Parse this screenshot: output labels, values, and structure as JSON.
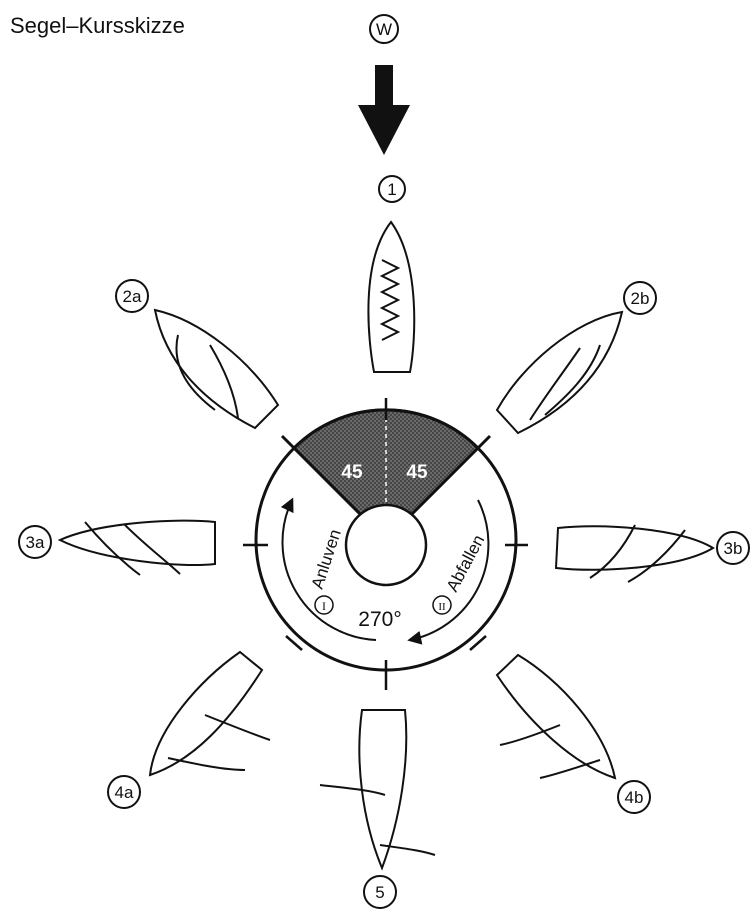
{
  "title": "Segel–Kursskizze",
  "wind_label": "W",
  "positions": [
    "1",
    "2a",
    "2b",
    "3a",
    "3b",
    "4a",
    "4b",
    "5"
  ],
  "dead_zone": {
    "left_angle": "45",
    "right_angle": "45"
  },
  "dial": {
    "left_label": "Anluven",
    "right_label": "Abfallen",
    "bottom_label": "270°",
    "left_roman": "I",
    "right_roman": "II"
  },
  "colors": {
    "ink": "#111111",
    "shade": "#555555",
    "paper": "#ffffff"
  }
}
